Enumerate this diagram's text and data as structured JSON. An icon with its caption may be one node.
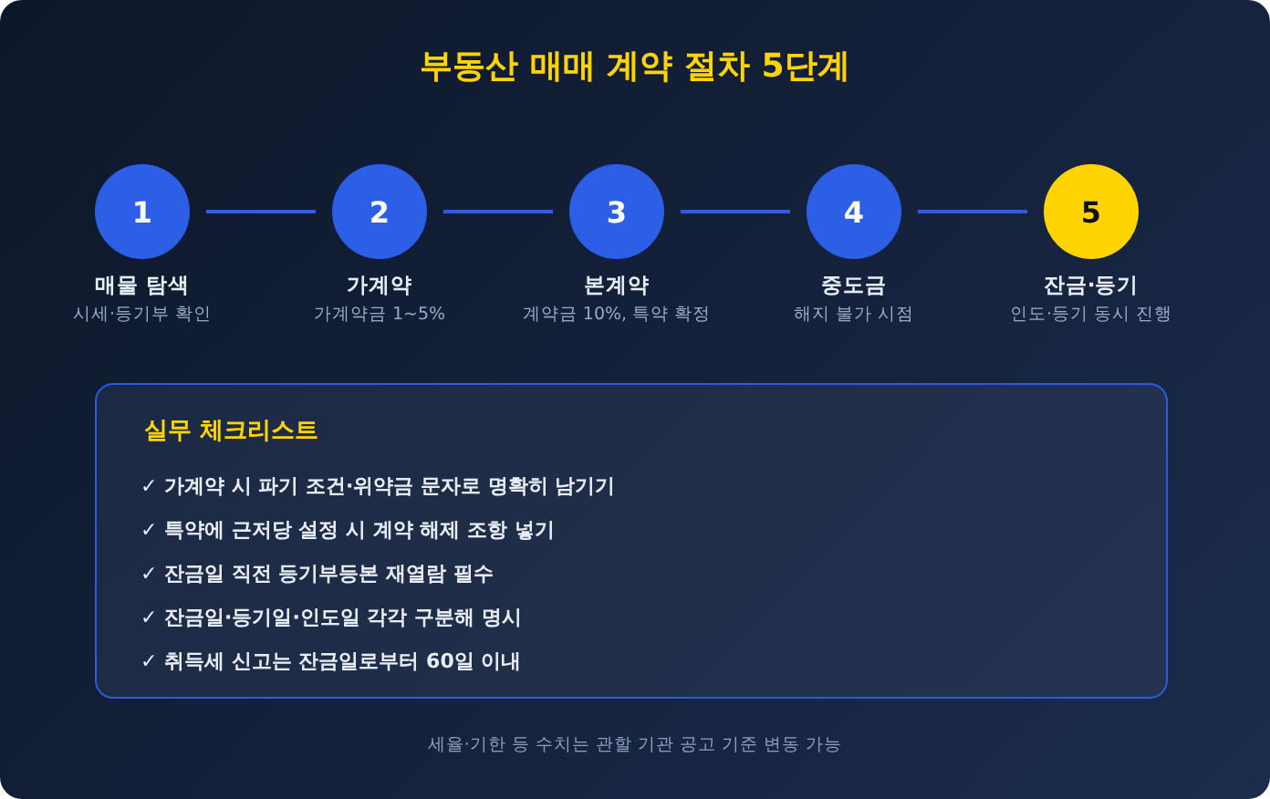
{
  "diagram": {
    "title": "부동산 매매 계약 절차 5단계",
    "nodes": [
      {
        "text": [
          "1"
        ],
        "beside": [
          "매물 탐색",
          "시세·등기부 확인"
        ]
      },
      {
        "text": [
          "2"
        ],
        "beside": [
          "가계약",
          "가계약금 1~5%"
        ]
      },
      {
        "text": [
          "3"
        ],
        "beside": [
          "본계약",
          "계약금 10%, 특약 확정"
        ]
      },
      {
        "text": [
          "4"
        ],
        "beside": [
          "중도금",
          "해지 불가 시점"
        ]
      },
      {
        "text": [
          "5"
        ],
        "beside": [
          "잔금·등기",
          "인도·등기 동시 진행"
        ]
      },
      {
        "text": [
          "실무 체크리스트",
          "✓ 가계약 시 파기 조건·위약금 문자로 명확히 남기기",
          "✓ 특약에 근저당 설정 시 계약 해제 조항 넣기",
          "✓ 잔금일 직전 등기부등본 재열람 필수",
          "✓ 잔금일·등기일·인도일 각각 구분해 명시",
          "✓ 취득세 신고는 잔금일로부터 60일 이내"
        ]
      }
    ],
    "edges": [
      {
        "from": 0,
        "to": 1,
        "arrow": "none"
      },
      {
        "from": 1,
        "to": 2,
        "arrow": "none"
      },
      {
        "from": 2,
        "to": 3,
        "arrow": "none"
      },
      {
        "from": 3,
        "to": 4,
        "arrow": "none"
      }
    ],
    "labels": [
      "세율·기한 등 수치는 관할 기관 공고 기준 변동 가능"
    ]
  }
}
